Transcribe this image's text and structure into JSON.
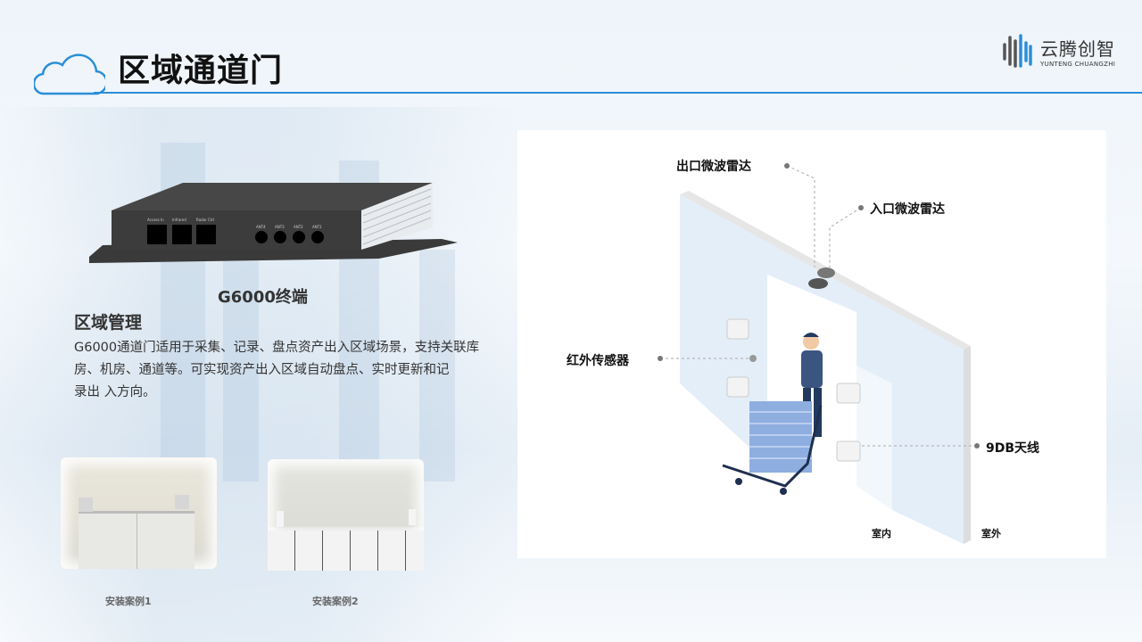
{
  "header": {
    "title": "区域通道门",
    "logo": {
      "name_cn": "云腾创智",
      "name_en": "YUNTENG CHUANGZHI"
    },
    "accent": "#2b8fd8"
  },
  "device": {
    "caption": "G6000终端",
    "port_labels": [
      "Access In",
      "Infrared",
      "Radar Ctrl",
      "ANT4",
      "ANT3",
      "ANT2",
      "ANT1"
    ]
  },
  "section": {
    "heading": "区域管理",
    "lines": [
      "G6000通道门适用于采集、记录、盘点资产出入区域场景，支持关联库",
      "房、机房、通道等。可实现资产出入区域自动盘点、实时更新和记",
      "录出 入方向。"
    ]
  },
  "cases": [
    {
      "caption": "安装案例1"
    },
    {
      "caption": "安装案例2"
    }
  ],
  "diagram": {
    "labels": {
      "exit_radar": "出口微波雷达",
      "entry_radar": "入口微波雷达",
      "ir_sensor": "红外传感器",
      "antenna": "9DB天线",
      "indoor": "室内",
      "outdoor": "室外"
    }
  }
}
